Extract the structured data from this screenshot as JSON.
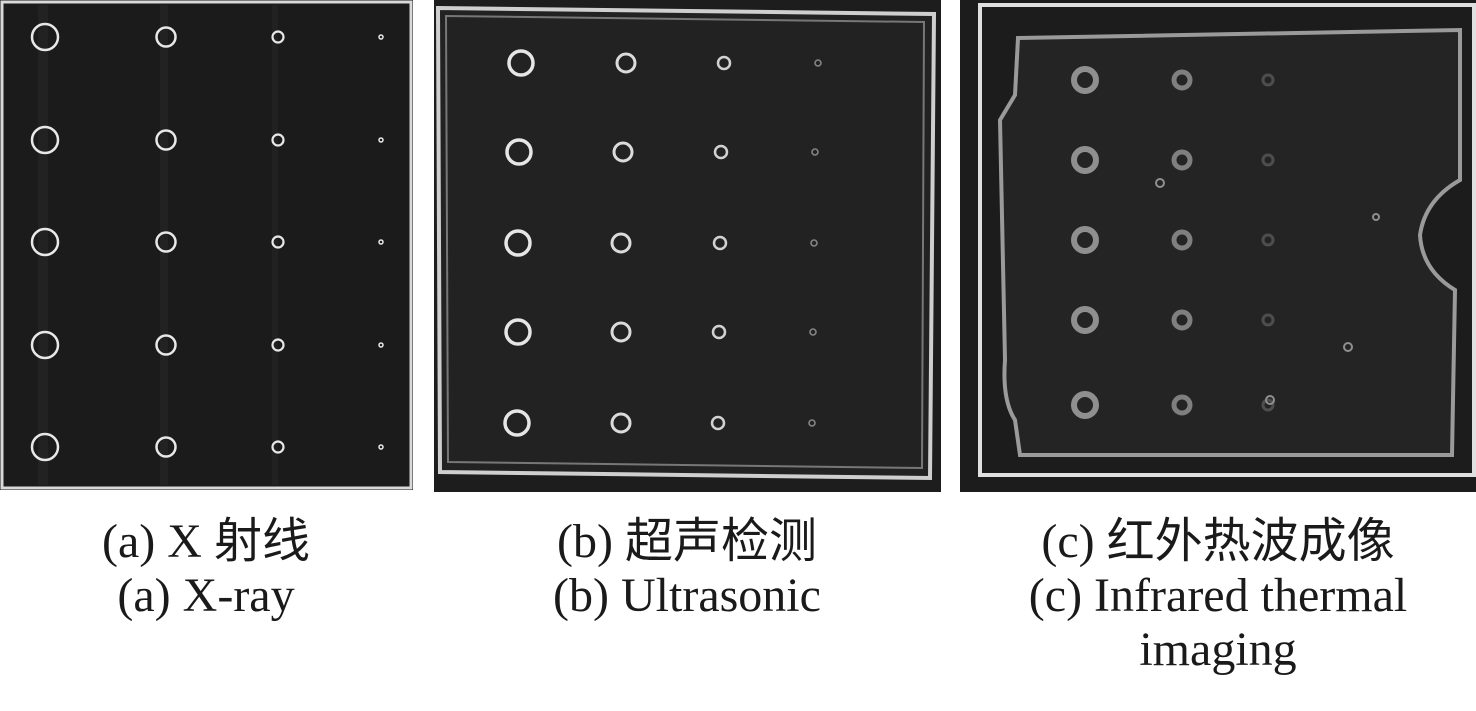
{
  "figure": {
    "panels": [
      {
        "id": "a",
        "caption_cn": "(a) X 射线",
        "caption_en": "(a) X-ray"
      },
      {
        "id": "b",
        "caption_cn": "(b) 超声检测",
        "caption_en": "(b) Ultrasonic"
      },
      {
        "id": "c",
        "caption_cn": "(c) 红外热波成像",
        "caption_en_line1": "(c) Infrared thermal",
        "caption_en_line2": "imaging"
      }
    ],
    "defect_grid": {
      "rows": 5,
      "columns": 4
    },
    "colors": {
      "background": "#1b1b1b",
      "ring": "#e6e6e6",
      "caption": "#1a1a1a"
    }
  }
}
